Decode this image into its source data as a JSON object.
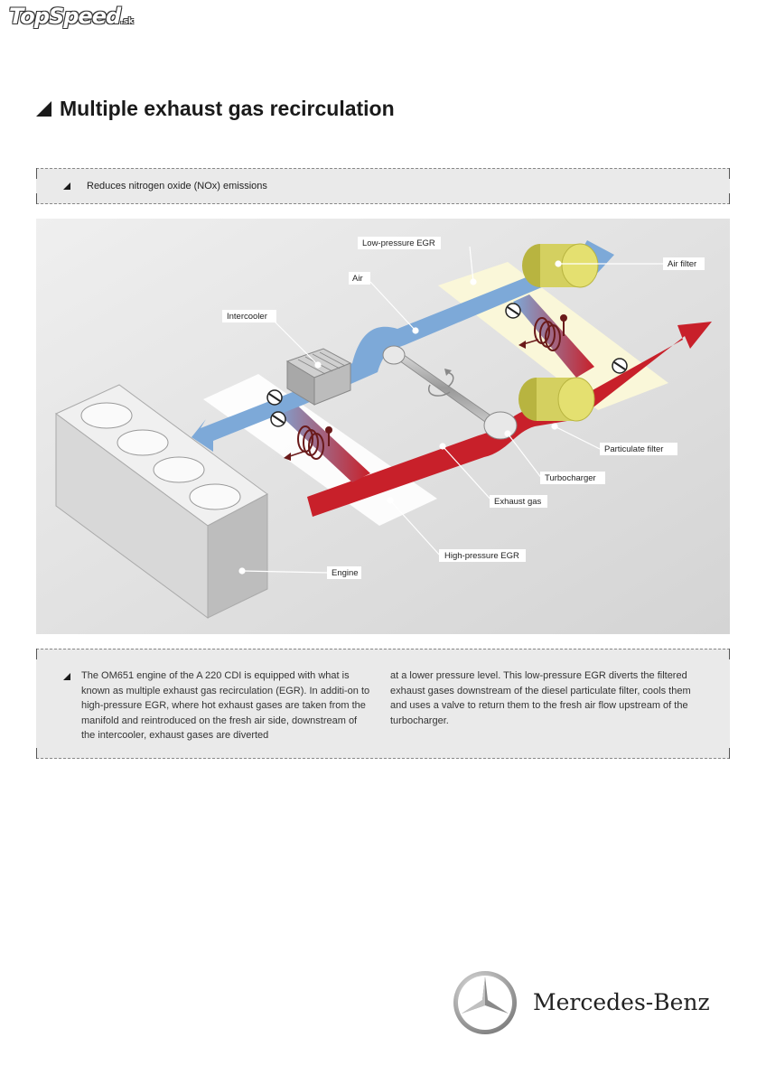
{
  "watermark": {
    "brand": "TopSpeed",
    "suffix": ".sk"
  },
  "title": "Multiple exhaust gas recirculation",
  "summary": "Reduces nitrogen oxide (NOx) emissions",
  "diagram": {
    "labels": {
      "low_pressure_egr": "Low-pressure EGR",
      "air": "Air",
      "air_filter": "Air filter",
      "intercooler": "Intercooler",
      "particulate_filter": "Particulate filter",
      "turbocharger": "Turbocharger",
      "exhaust_gas": "Exhaust gas",
      "high_pressure_egr": "High-pressure EGR",
      "engine": "Engine"
    },
    "colors": {
      "air": "#7da9d8",
      "exhaust": "#c8202a",
      "filter": "#d4d060",
      "egr_band": "#fbf8d8",
      "background": "#e4e4e4"
    }
  },
  "description": {
    "col1": "The OM651 engine of the A 220 CDI is equipped with what is known as multiple exhaust gas recirculation (EGR). In additi-on to high-pressure EGR, where hot exhaust gases are taken from the manifold and reintroduced on the fresh air side, downstream of the intercooler, exhaust gases are diverted",
    "col2": "at a lower pressure level. This low-pressure EGR diverts the filtered exhaust gases downstream of the diesel particulate filter, cools them and uses a valve to return them to the fresh air flow upstream of the turbocharger."
  },
  "brand": "Mercedes-Benz"
}
